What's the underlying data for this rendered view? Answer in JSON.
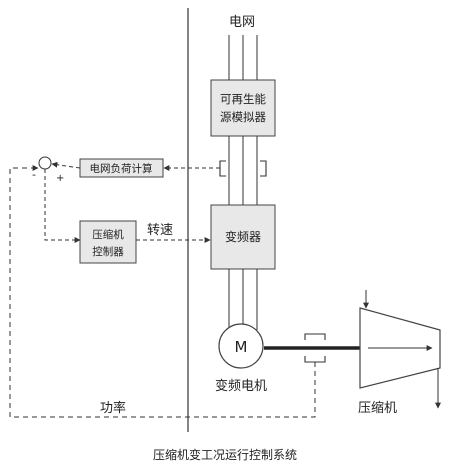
{
  "diagram": {
    "grid_label": "电网",
    "renewable_simulator_label_line1": "可再生能",
    "renewable_simulator_label_line2": "源模拟器",
    "grid_load_calc_label": "电网负荷计算",
    "compressor_controller_line1": "压缩机",
    "compressor_controller_line2": "控制器",
    "speed_label": "转速",
    "vfd_label": "变频器",
    "motor_symbol": "M",
    "vfd_motor_label": "变频电机",
    "compressor_label": "压缩机",
    "power_label": "功率",
    "minus_sign": "-",
    "plus_sign": "+"
  },
  "caption": "压缩机变工况运行控制系统"
}
